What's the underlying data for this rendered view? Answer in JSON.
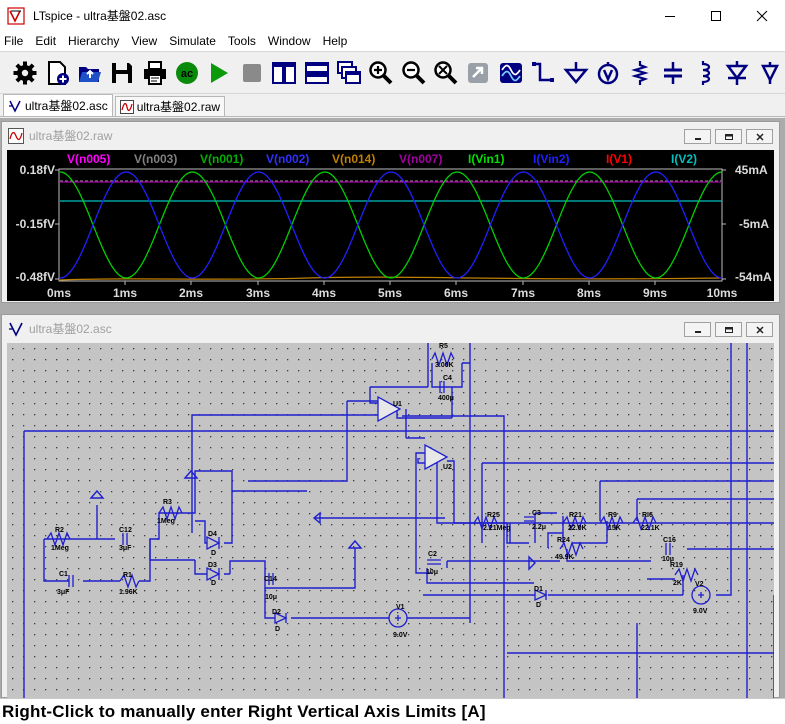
{
  "window": {
    "title": "LTspice - ultra基盤02.asc"
  },
  "menu": [
    "File",
    "Edit",
    "Hierarchy",
    "View",
    "Simulate",
    "Tools",
    "Window",
    "Help"
  ],
  "toolbar": [
    {
      "name": "settings",
      "icon": "gear-icon"
    },
    {
      "name": "new-schematic",
      "icon": "new-schematic-icon"
    },
    {
      "name": "open",
      "icon": "folder-open-icon"
    },
    {
      "name": "save",
      "icon": "floppy-disk-icon"
    },
    {
      "name": "print",
      "icon": "printer-icon"
    },
    {
      "name": "ac-analysis",
      "icon": "ac-icon"
    },
    {
      "name": "run",
      "icon": "play-icon"
    },
    {
      "name": "halt",
      "icon": "stop-icon"
    },
    {
      "name": "tile-vertical",
      "icon": "tile-vertical-icon"
    },
    {
      "name": "tile-horizontal",
      "icon": "tile-horizontal-icon"
    },
    {
      "name": "cascade",
      "icon": "cascade-windows-icon"
    },
    {
      "name": "zoom-in",
      "icon": "zoom-in-icon"
    },
    {
      "name": "zoom-out",
      "icon": "zoom-out-icon"
    },
    {
      "name": "zoom-fit",
      "icon": "zoom-fit-icon"
    },
    {
      "name": "zoom-back",
      "icon": "zoom-back-icon"
    },
    {
      "name": "autorange",
      "icon": "autorange-icon"
    },
    {
      "name": "draw-wire",
      "icon": "wire-icon"
    },
    {
      "name": "ground",
      "icon": "ground-icon"
    },
    {
      "name": "label-net",
      "icon": "label-net-icon"
    },
    {
      "name": "resistor",
      "icon": "resistor-icon"
    },
    {
      "name": "capacitor",
      "icon": "capacitor-icon"
    },
    {
      "name": "inductor",
      "icon": "inductor-icon"
    },
    {
      "name": "diode",
      "icon": "diode-icon"
    },
    {
      "name": "component",
      "icon": "component-icon"
    }
  ],
  "doc_tabs": [
    {
      "label": "ultra基盤02.asc",
      "icon": "schematic-icon",
      "active": true
    },
    {
      "label": "ultra基盤02.raw",
      "icon": "waveform-icon",
      "active": false
    }
  ],
  "wave_window": {
    "title": "ultra基盤02.raw",
    "traces": [
      {
        "label": "V(n005)",
        "color": "#ff00ff"
      },
      {
        "label": "V(n003)",
        "color": "#808080"
      },
      {
        "label": "V(n001)",
        "color": "#00b000"
      },
      {
        "label": "V(n002)",
        "color": "#3030ff"
      },
      {
        "label": "V(n014)",
        "color": "#c08000"
      },
      {
        "label": "V(n007)",
        "color": "#a000a0"
      },
      {
        "label": "I(Vin1)",
        "color": "#00e000"
      },
      {
        "label": "I(Vin2)",
        "color": "#2020ff"
      },
      {
        "label": "I(V1)",
        "color": "#ff0000"
      },
      {
        "label": "I(V2)",
        "color": "#00c0c0"
      }
    ],
    "left_axis": [
      "0.18fV",
      "-0.15fV",
      "-0.48fV"
    ],
    "right_axis": [
      "45mA",
      "-5mA",
      "-54mA"
    ],
    "x_axis": [
      "0ms",
      "1ms",
      "2ms",
      "3ms",
      "4ms",
      "5ms",
      "6ms",
      "7ms",
      "8ms",
      "9ms",
      "10ms"
    ]
  },
  "schem_window": {
    "title": "ultra基盤02.asc",
    "labels": {
      "r5": "R5",
      "r5v": "3.00K",
      "c4": "C4",
      "c4v": "400μ",
      "u1": "U1",
      "u2": "U2",
      "r2": "R2",
      "r2v": "1Meg",
      "c12": "C12",
      "c12v": "3μF",
      "r3": "R3",
      "r3v": "1Meg",
      "c1": "C1",
      "c1v": "3μF",
      "r1": "R1",
      "r1v": "1.96K",
      "d4": "D4",
      "d4v": "D",
      "d3": "D3",
      "d3v": "D",
      "c14": "C14",
      "c14v": "10μ",
      "d2": "D2",
      "d2v": "D",
      "v1": "V1",
      "v1v": "9.0V",
      "r25": "R25",
      "r25v": "2.21Meg",
      "c3": "C3",
      "c3v": "2.2μ",
      "r21": "R21",
      "r21v": "22.0K",
      "r9": "R9",
      "r9v": "15K",
      "r16": "RI6",
      "r16v": "22.1K",
      "r24": "R24",
      "r24v": "49.9K",
      "c2": "C2",
      "c2v": "10μ",
      "c16": "C16",
      "c16v": "10μ",
      "r19": "R19",
      "r19v": "2K",
      "d1": "D1",
      "d1v": "D",
      "v2": "V2",
      "v2v": "9.0V"
    }
  },
  "status": {
    "text": "Right-Click to manually enter Right Vertical Axis Limits [A]"
  },
  "colors": {
    "plot_bg": "#000000",
    "schem_bg": "#c4c4c4",
    "wire": "#1f1fcf",
    "toolbar_accent": "#0000a0"
  }
}
